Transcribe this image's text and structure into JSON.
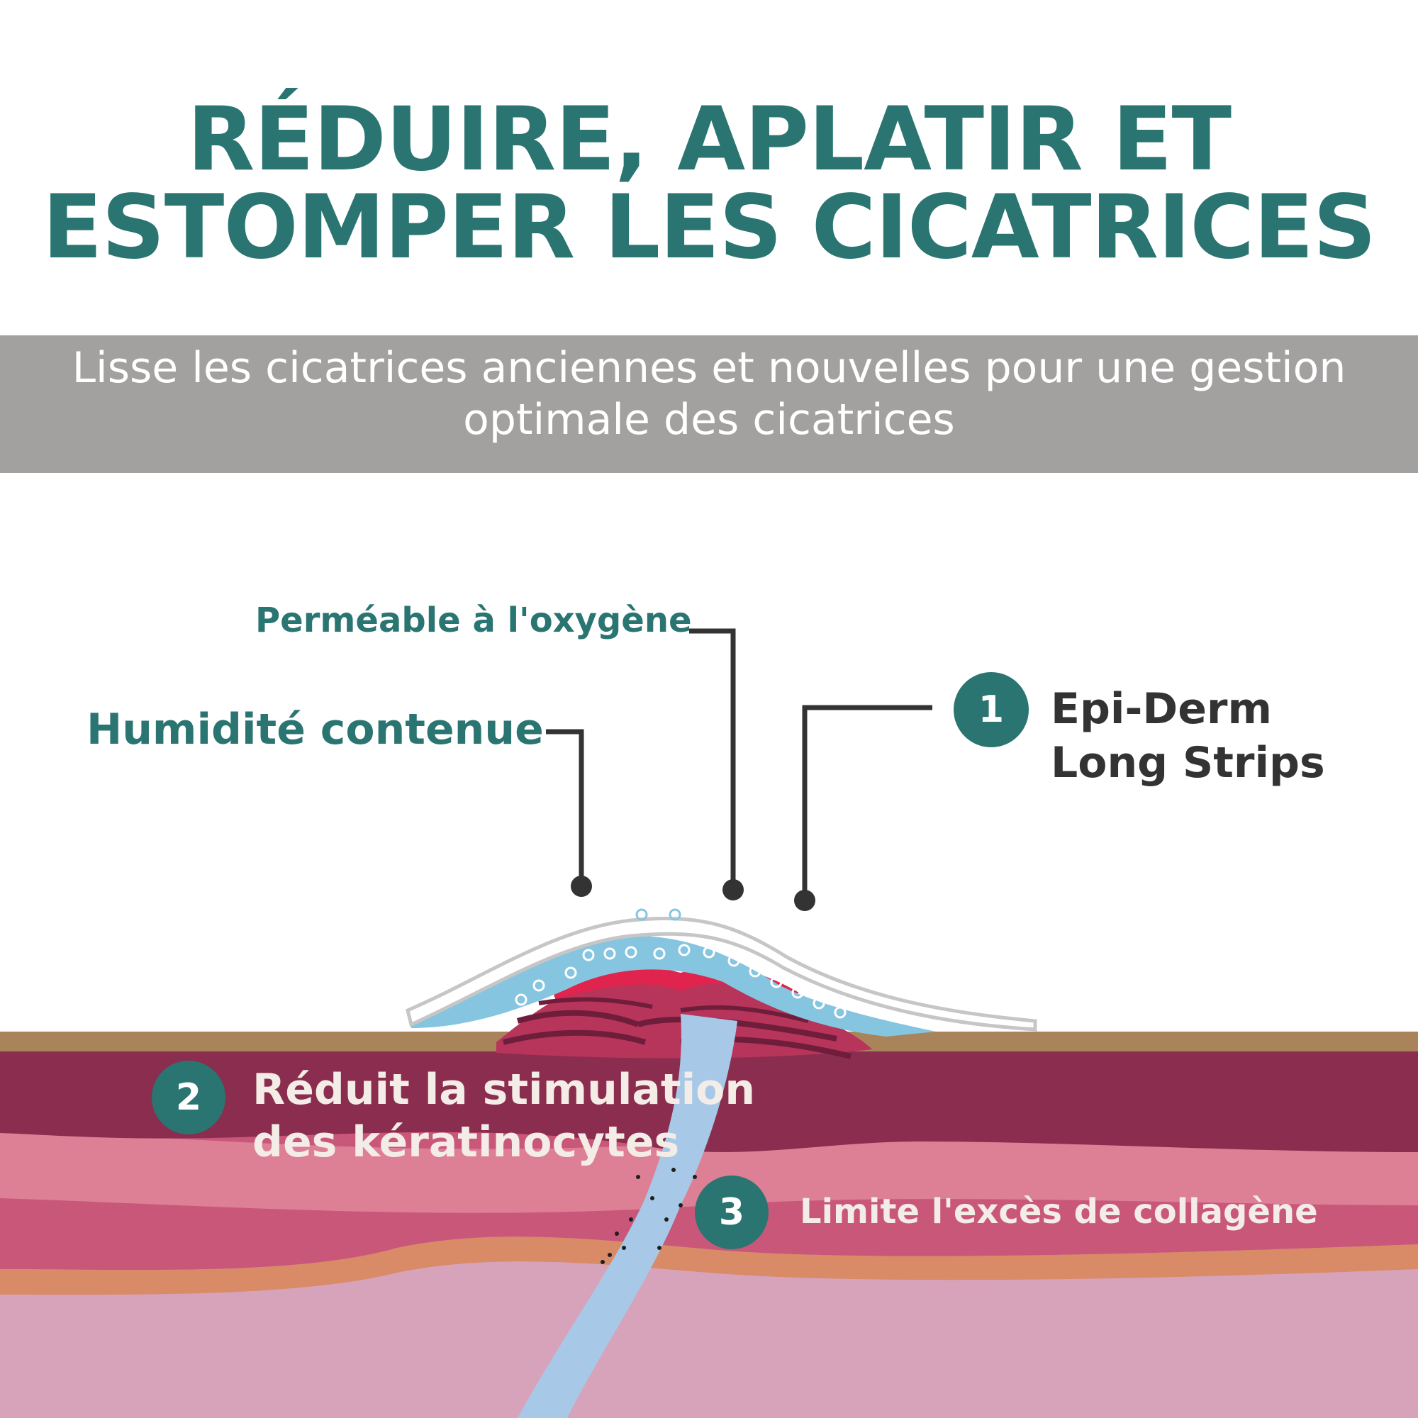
{
  "header": {
    "title_line1": "RÉDUIRE, APLATIR ET",
    "title_line2": "ESTOMPER LES CICATRICES",
    "subtitle_line1": "Lisse les cicatrices anciennes et nouvelles pour une gestion",
    "subtitle_line2": "optimale des cicatrices"
  },
  "callouts": {
    "oxygen": "Perméable à l'oxygène",
    "humidity": "Humidité contenue",
    "product_number": "1",
    "product_line1": "Epi-Derm",
    "product_line2": "Long Strips",
    "keratinocytes_number": "2",
    "keratinocytes_line1": "Réduit la stimulation",
    "keratinocytes_line2": "des kératinocytes",
    "collagen_number": "3",
    "collagen": "Limite l'excès de collagène"
  },
  "colors": {
    "accent_teal": "#2a7571",
    "subtitle_band": "#a3a0a0",
    "leader_lines": "#333333"
  }
}
